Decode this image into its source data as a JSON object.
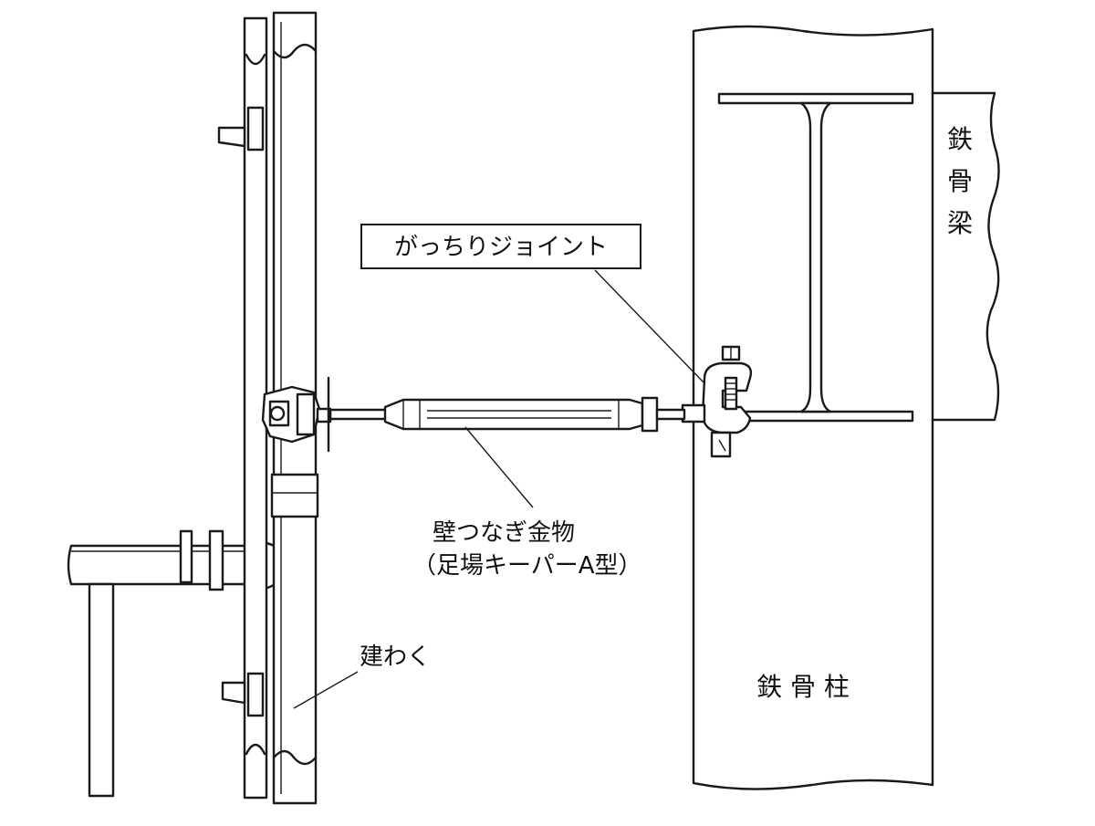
{
  "labels": {
    "gatchiri_joint": "がっちりジョイント",
    "wall_tie_line1": "壁つなぎ金物",
    "wall_tie_line2": "（足場キーパーA型）",
    "frame": "建わく",
    "steel_column": "鉄 骨 柱",
    "steel_beam_1": "鉄",
    "steel_beam_2": "骨",
    "steel_beam_3": "梁"
  },
  "colors": {
    "line": "#1a1a1a",
    "background": "#ffffff"
  }
}
